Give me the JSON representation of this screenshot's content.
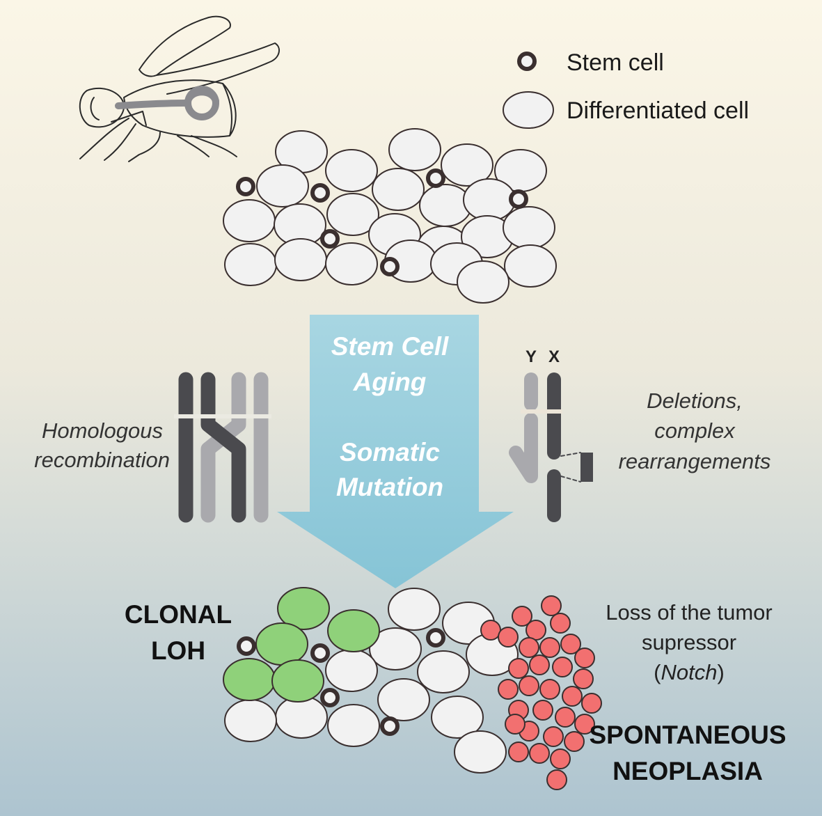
{
  "legend": {
    "stem_label": "Stem cell",
    "differentiated_label": "Differentiated cell"
  },
  "arrow": {
    "line1": "Stem Cell",
    "line2": "Aging",
    "line3": "Somatic",
    "line4": "Mutation"
  },
  "left_mechanism": {
    "line1": "Homologous",
    "line2": "recombination"
  },
  "chromosome_labels": {
    "y": "Y",
    "x": "X"
  },
  "right_mechanism": {
    "line1": "Deletions,",
    "line2": "complex",
    "line3": "rearrangements"
  },
  "clonal_loh": {
    "line1": "CLONAL",
    "line2": "LOH"
  },
  "tumor_note": {
    "line1": "Loss of the tumor",
    "line2": "supressor",
    "open_paren": "(",
    "gene": "Notch",
    "close_paren": ")"
  },
  "neoplasia": {
    "line1": "SPONTANEOUS",
    "line2": "NEOPLASIA"
  },
  "colors": {
    "background_top": "#fbf6e7",
    "background_bottom": "#adc4d0",
    "arrow": "#8fcad9",
    "clonal_cell": "#8fd17a",
    "tumor_cell": "#f27070",
    "cell_fill": "#f2f2f2",
    "outline": "#3a2f2f",
    "chromosome_dark": "#4a4a4e",
    "chromosome_light": "#a9a9ad"
  }
}
